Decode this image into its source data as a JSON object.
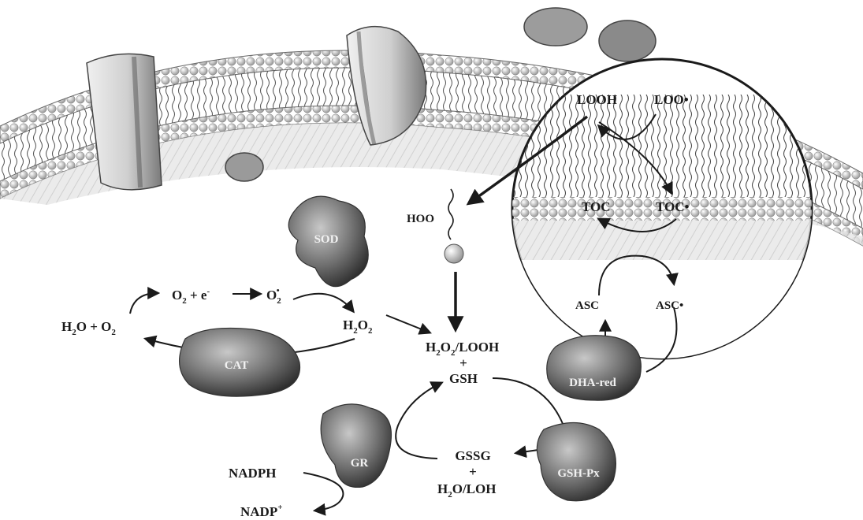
{
  "labels": {
    "o2_e": "O",
    "o2_e_sub": "2",
    "o2_e_rest": " + e",
    "o2_e_sup": "-",
    "superoxide": "O",
    "superoxide_sub": "2",
    "superoxide_sup": "•",
    "h2o_o2_a": "H",
    "h2o_o2_sub1": "2",
    "h2o_o2_b": "O + O",
    "h2o_o2_sub2": "2",
    "h2o2_a": "H",
    "h2o2_sub1": "2",
    "h2o2_b": "O",
    "h2o2_sub2": "2",
    "center_a": "H",
    "center_sub1": "2",
    "center_b": "O",
    "center_sub2": "2",
    "center_c": "/LOOH",
    "plus1": "+",
    "gsh": "GSH",
    "gssg": "GSSG",
    "plus2": "+",
    "h2o_loh_a": "H",
    "h2o_loh_sub": "2",
    "h2o_loh_b": "O/LOH",
    "nadph": "NADPH",
    "nadp": "NADP",
    "nadp_sup": "+",
    "hoo": "HOO",
    "looh": "LOOH",
    "loo": "LOO•",
    "toc": "TOC",
    "toc_rad": "TOC•",
    "asc": "ASC",
    "asc_rad": "ASC•"
  },
  "enzymes": {
    "sod": "SOD",
    "cat": "CAT",
    "gr": "GR",
    "gsh_px": "GSH-Px",
    "dha_red": "DHA-red"
  },
  "colors": {
    "ink": "#1a1a1a",
    "membrane": "#d9d9d9",
    "protein": "#8a8a8a",
    "enzyme_dark": "#5a5a5a",
    "enzyme_light": "#b8b8b8"
  }
}
